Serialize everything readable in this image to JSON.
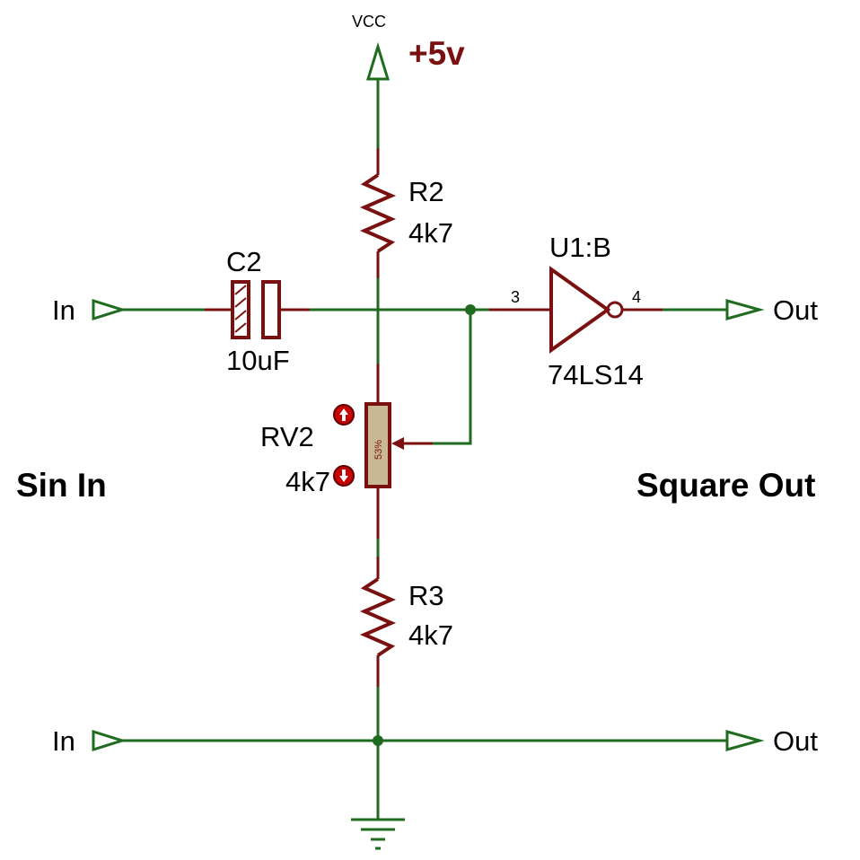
{
  "power": {
    "net": "VCC",
    "voltage": "+5v"
  },
  "labels": {
    "left": "Sin In",
    "right": "Square Out"
  },
  "terminals": {
    "in_top": "In",
    "in_bottom": "In",
    "out_top": "Out",
    "out_bottom": "Out"
  },
  "components": {
    "r2": {
      "ref": "R2",
      "value": "4k7"
    },
    "r3": {
      "ref": "R3",
      "value": "4k7"
    },
    "c2": {
      "ref": "C2",
      "value": "10uF"
    },
    "rv2": {
      "ref": "RV2",
      "value": "4k7",
      "position": "53%"
    },
    "u1": {
      "ref": "U1:B",
      "part": "74LS14",
      "pin_in": "3",
      "pin_out": "4"
    }
  },
  "colors": {
    "wire": "#1f6b1f",
    "component": "#7a1010",
    "pot_body": "#c8b894"
  }
}
